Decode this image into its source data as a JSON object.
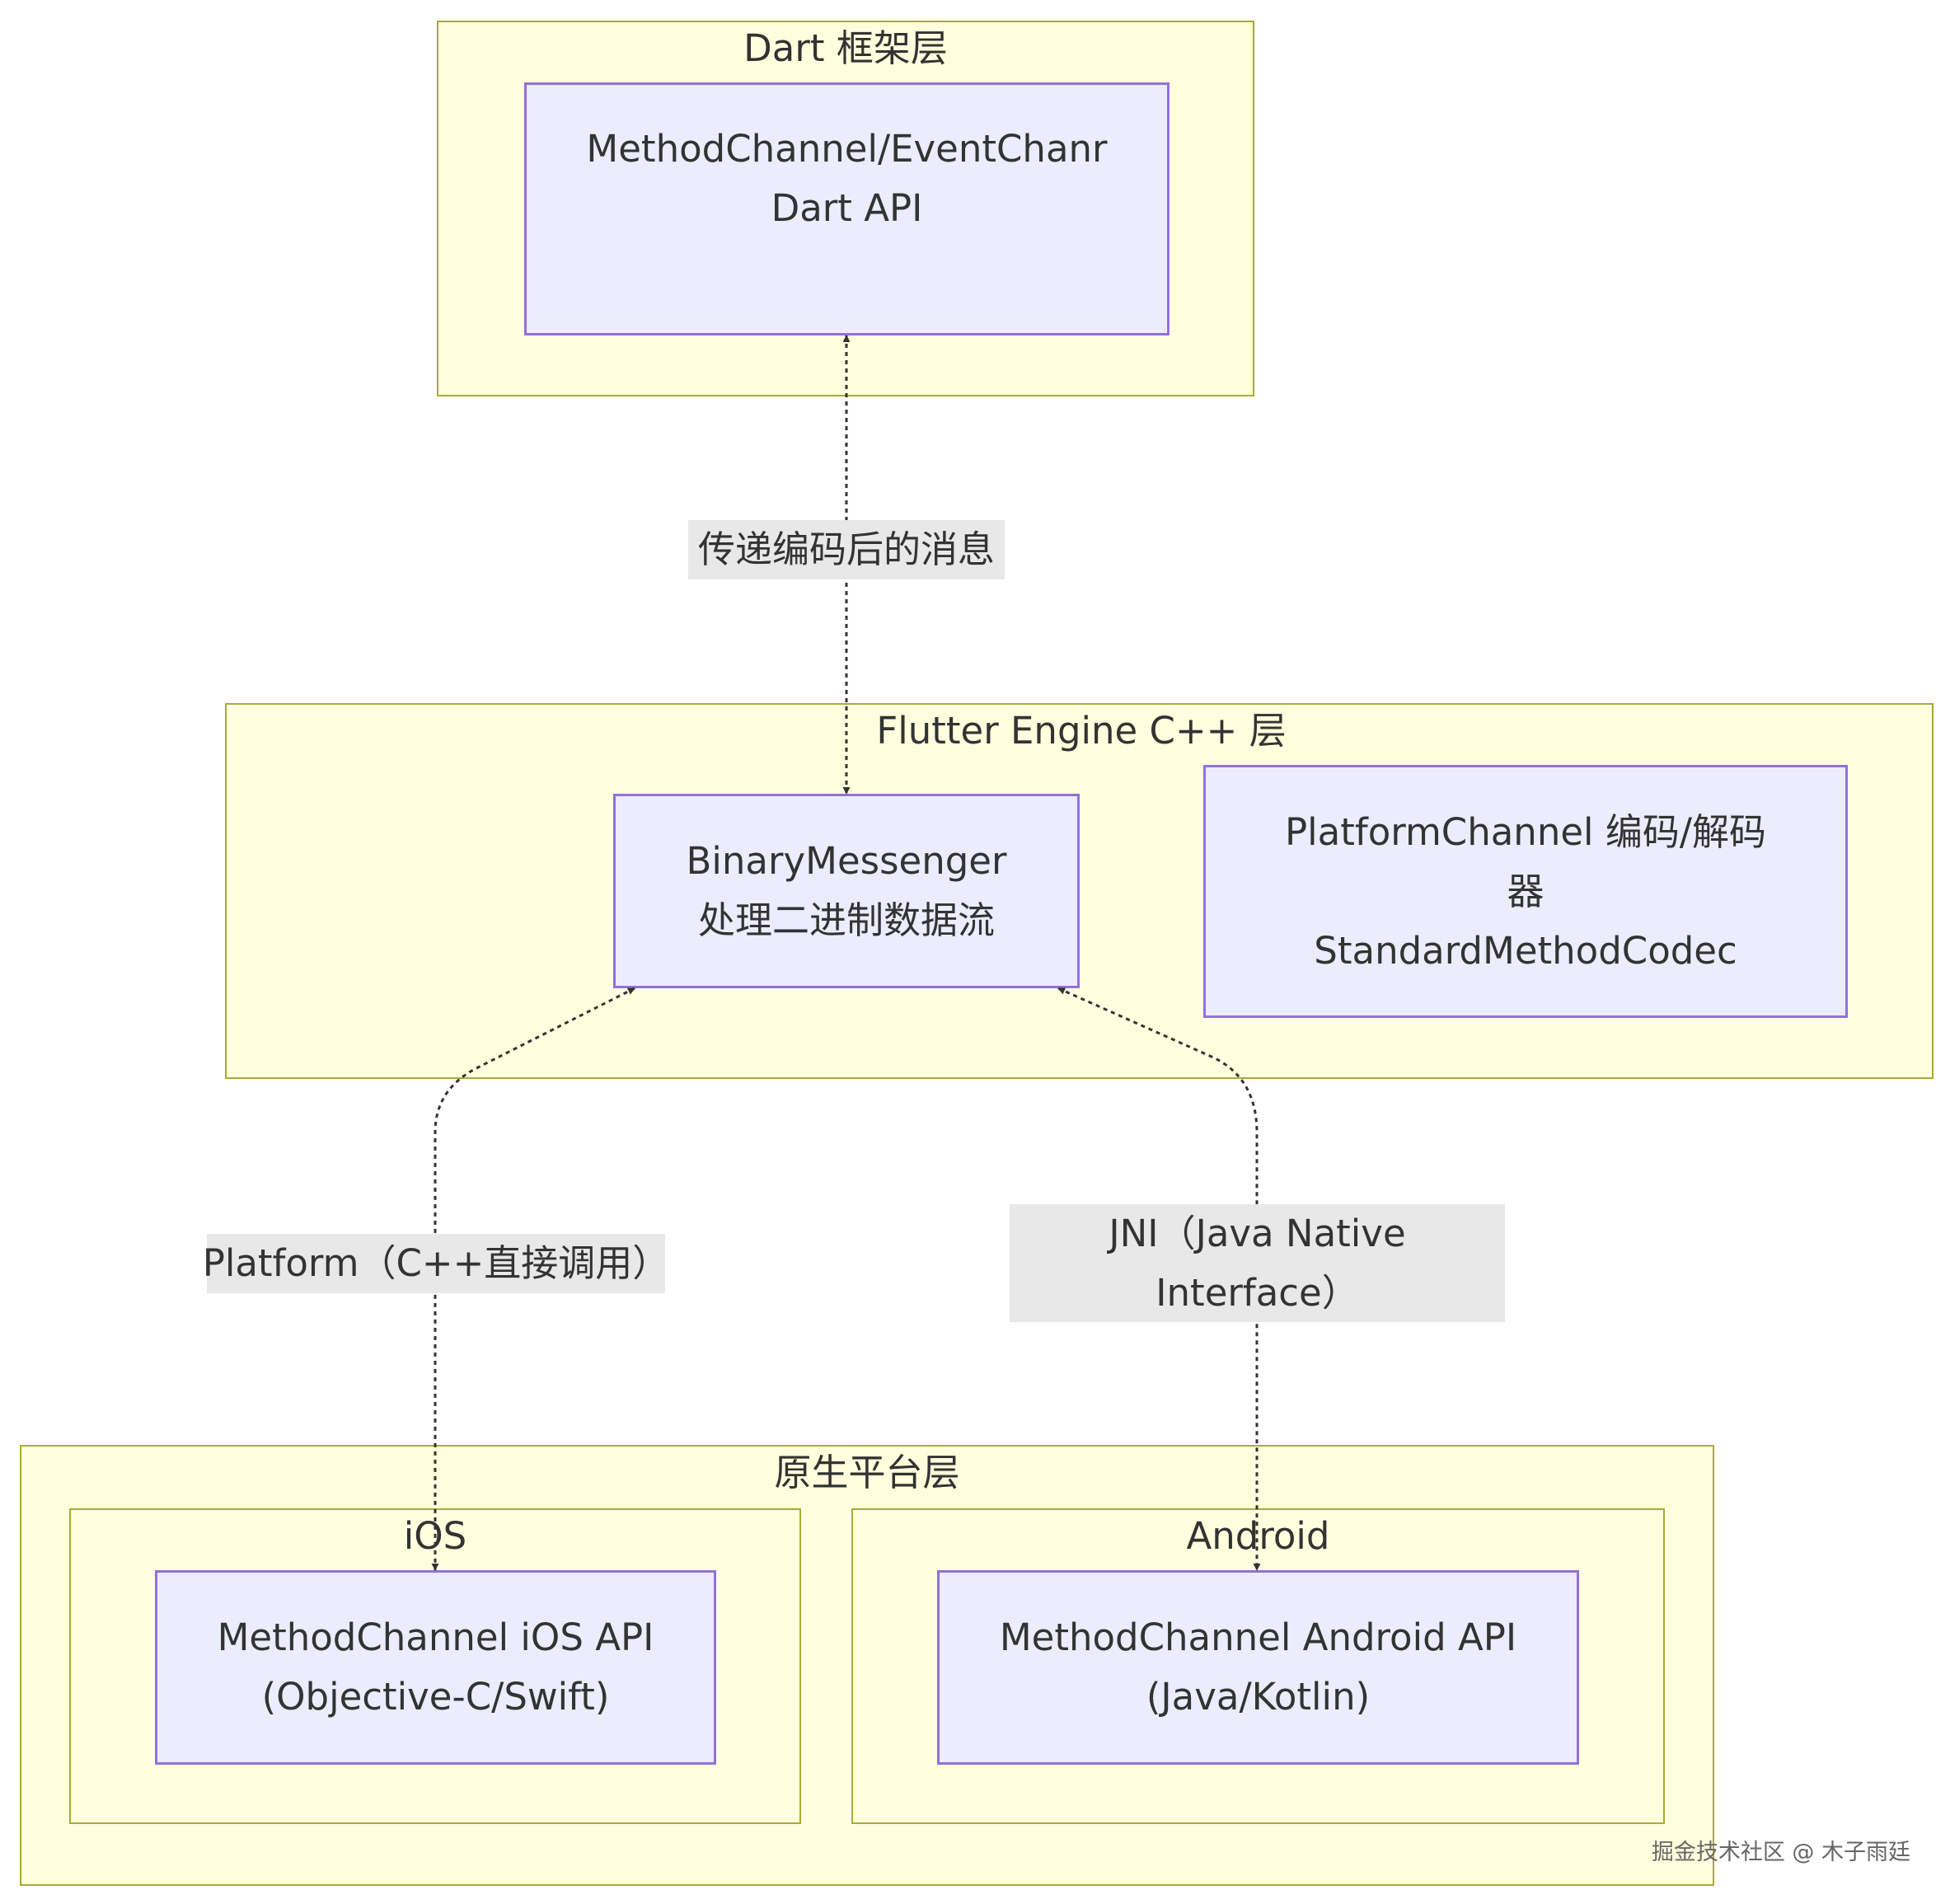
{
  "clusters": {
    "dart": {
      "title": "Dart 框架层"
    },
    "engine": {
      "title": "Flutter Engine C++ 层"
    },
    "native": {
      "title": "原生平台层"
    },
    "ios": {
      "title": "iOS"
    },
    "android": {
      "title": "Android"
    }
  },
  "nodes": {
    "dart_api": {
      "line1": "MethodChannel/EventChanr",
      "line2": "Dart API"
    },
    "binary_messenger": {
      "line1": "BinaryMessenger",
      "line2": "处理二进制数据流"
    },
    "codec": {
      "line1": "PlatformChannel 编码/解码",
      "line2": "器",
      "line3": "StandardMethodCodec"
    },
    "ios_api": {
      "line1": "MethodChannel iOS API",
      "line2": "(Objective-C/Swift)"
    },
    "android_api": {
      "line1": "MethodChannel Android API",
      "line2": "(Java/Kotlin)"
    }
  },
  "edges": {
    "dart_engine": {
      "label": "传递编码后的消息"
    },
    "engine_ios": {
      "label": "Platform（C++直接调用）"
    },
    "engine_android": {
      "line1": "JNI（Java Native",
      "line2": "Interface）"
    }
  },
  "colors": {
    "cluster_fill": "#ffffde",
    "cluster_border": "#aaaa33",
    "node_fill": "#ececff",
    "node_border": "#9370db",
    "edge_label_bg": "#e8e8e8",
    "edge": "#333333"
  },
  "watermark": "掘金技术社区 @ 木子雨廷"
}
